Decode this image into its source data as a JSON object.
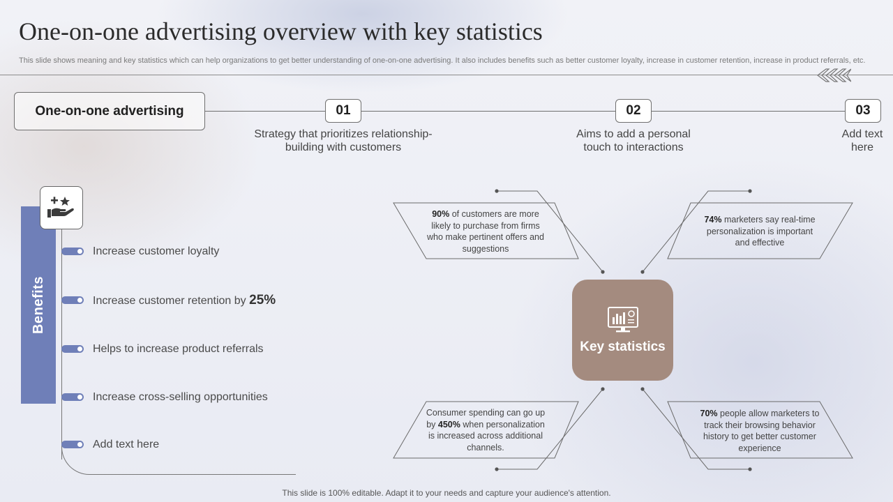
{
  "header": {
    "title": "One-on-one advertising overview with key statistics",
    "subtitle": "This slide shows meaning and key statistics which can help organizations to get better understanding of one-on-one advertising. It also includes benefits such as better customer loyalty, increase in customer retention, increase in product referrals, etc."
  },
  "timeline": {
    "main_label": "One-on-one advertising",
    "steps": [
      {
        "number": "01",
        "text": "Strategy that prioritizes relationship-building with customers"
      },
      {
        "number": "02",
        "text": "Aims to add a personal touch to interactions"
      },
      {
        "number": "03",
        "text": "Add text here"
      }
    ]
  },
  "benefits": {
    "label": "Benefits",
    "icon": "hand-stars-icon",
    "items": [
      {
        "text": "Increase customer loyalty"
      },
      {
        "text": "Increase customer retention by",
        "highlight": "25%"
      },
      {
        "text": "Helps to increase product referrals"
      },
      {
        "text": "Increase cross-selling opportunities"
      },
      {
        "text": "Add text here"
      }
    ]
  },
  "key_stats": {
    "title": "Key statistics",
    "icon": "monitor-chart-icon",
    "accent_color": "#a48b7f",
    "stats": [
      {
        "highlight": "90%",
        "text": " of customers are more likely to purchase from firms who make pertinent offers and suggestions"
      },
      {
        "highlight": "74%",
        "text": " marketers say real-time personalization is important and effective"
      },
      {
        "pre": "Consumer spending can go up by ",
        "highlight": "450%",
        "text": " when personalization is increased across additional channels."
      },
      {
        "highlight": "70%",
        "text": " people allow marketers to track their browsing behavior history to get better customer experience"
      }
    ]
  },
  "footer": "This slide is 100% editable. Adapt it to your needs and capture your audience's attention.",
  "colors": {
    "benefit_blue": "#6f7fb8",
    "stat_brown": "#a48b7f"
  }
}
